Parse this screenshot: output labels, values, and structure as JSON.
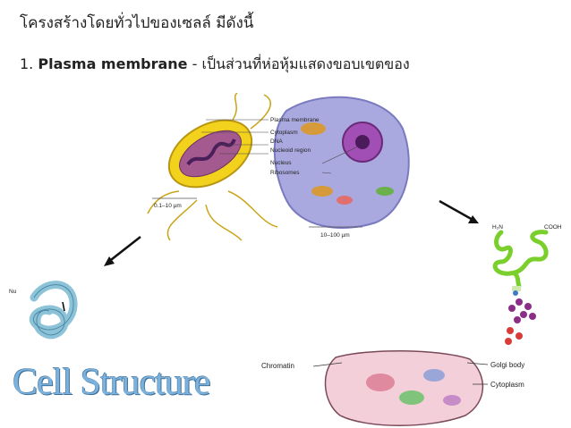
{
  "heading": "โครงสร้างโดยทั่วไปของเซลล์ มีดังนี้",
  "point": {
    "number": "1.",
    "term": "Plasma membrane",
    "description": "- เป็นส่วนที่ห่อหุ้มแสดงขอบเขตของ"
  },
  "prokaryote": {
    "labels": [
      "Plasma membrane",
      "Cytoplasm",
      "DNA",
      "Nucleoid region",
      "Nucleus",
      "Ribosomes"
    ],
    "scale": "0.1–10 µm"
  },
  "eukaryote": {
    "scale": "10–100 µm"
  },
  "protein_left": {
    "label": "Nu"
  },
  "protein_right": {
    "n_label": "H₂N",
    "c_label": "COOH"
  },
  "cell_bottom": {
    "label_left": "Chromatin",
    "labels_right": [
      "Golgi body",
      "Cytoplasm"
    ]
  },
  "title": "Cell Structure",
  "colors": {
    "bacterium": "#f2d21c",
    "eukaryote_cyto": "#a9a9df",
    "nucleus": "#a24fb5",
    "protein_left": "#8cc3d8",
    "protein_green": "#7bcf2d",
    "protein_purple": "#8a2e86",
    "title": "#7ab2dd"
  }
}
